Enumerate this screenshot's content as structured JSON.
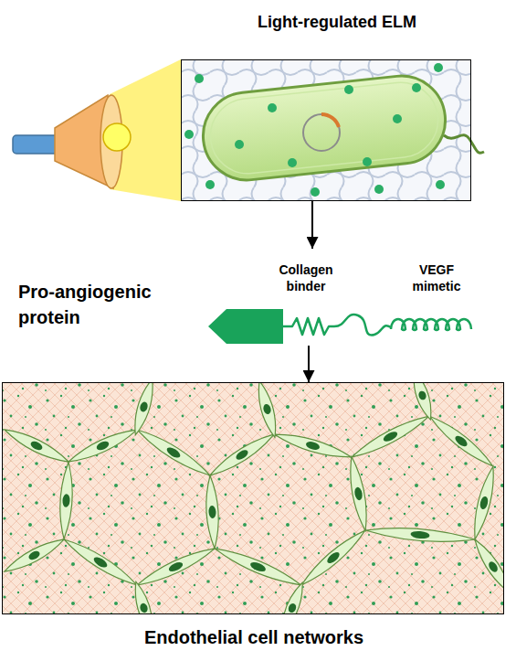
{
  "diagram": {
    "nodes": [
      {
        "text": [
          "Light-regulated ELM"
        ]
      },
      {
        "text": [
          "Pro-angiogenic protein",
          "Collagen binder",
          "VEGF mimetic"
        ]
      },
      {
        "text": [
          "Endothelial cell networks"
        ]
      }
    ],
    "edges": [
      {
        "from": 0,
        "to": 1,
        "arrow": "to"
      },
      {
        "from": 1,
        "to": 2,
        "arrow": "to"
      }
    ]
  }
}
